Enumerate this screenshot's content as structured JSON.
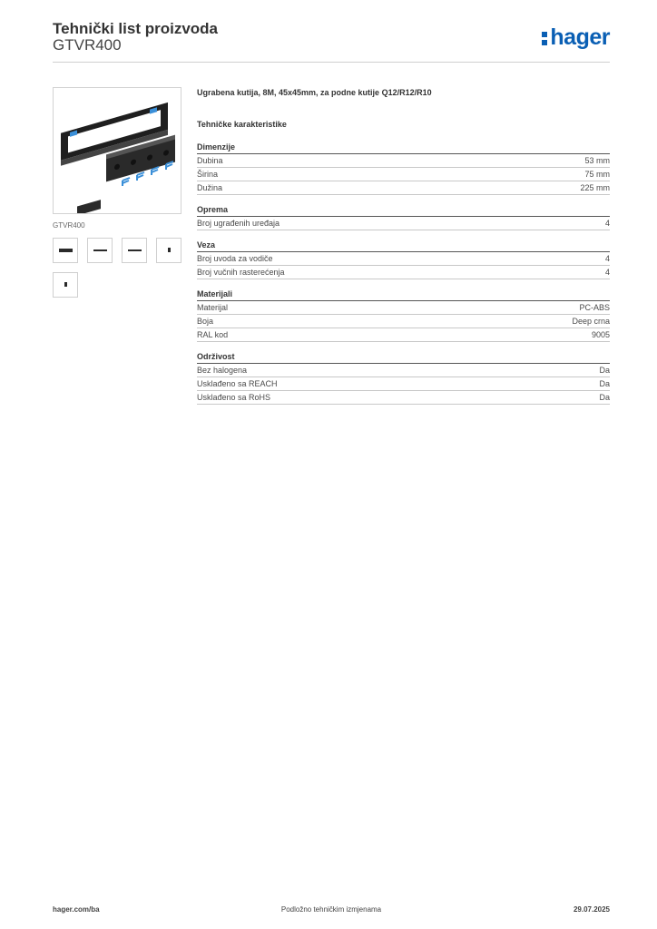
{
  "header": {
    "title": "Tehnički list proizvoda",
    "product_code": "GTVR400",
    "logo_text": "hager"
  },
  "image": {
    "caption": "GTVR400",
    "thumbnails": [
      "wide-bar-icon",
      "bar-icon",
      "bar-icon",
      "dot-icon",
      "dot-icon"
    ]
  },
  "spec": {
    "product_description": "Ugrabena kutija, 8M, 45x45mm, za podne kutije Q12/R12/R10",
    "section_title": "Tehničke karakteristike",
    "groups": [
      {
        "title": "Dimenzije",
        "rows": [
          {
            "label": "Dubina",
            "value": "53 mm"
          },
          {
            "label": "Širina",
            "value": "75 mm"
          },
          {
            "label": "Dužina",
            "value": "225 mm"
          }
        ]
      },
      {
        "title": "Oprema",
        "rows": [
          {
            "label": "Broj ugrađenih uređaja",
            "value": "4"
          }
        ]
      },
      {
        "title": "Veza",
        "rows": [
          {
            "label": "Broj uvoda za vodiče",
            "value": "4"
          },
          {
            "label": "Broj vučnih rasterećenja",
            "value": "4"
          }
        ]
      },
      {
        "title": "Materijali",
        "rows": [
          {
            "label": "Materijal",
            "value": "PC-ABS"
          },
          {
            "label": "Boja",
            "value": "Deep crna"
          },
          {
            "label": "RAL kod",
            "value": "9005"
          }
        ]
      },
      {
        "title": "Održivost",
        "rows": [
          {
            "label": "Bez halogena",
            "value": "Da"
          },
          {
            "label": "Usklađeno sa REACH",
            "value": "Da"
          },
          {
            "label": "Usklađeno sa RoHS",
            "value": "Da"
          }
        ]
      }
    ]
  },
  "footer": {
    "website": "hager.com/ba",
    "notice": "Podložno tehničkim izmjenama",
    "date": "29.07.2025"
  },
  "colors": {
    "brand": "#0a5fb4",
    "accent_blue": "#3a8fd8"
  }
}
